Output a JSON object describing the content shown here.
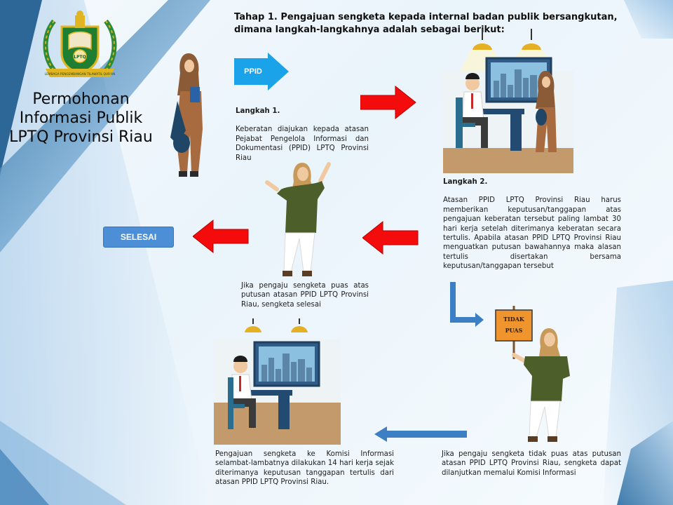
{
  "logo": {
    "caption": "LEMBAGA PENGEMBANGAN TILAWATIL QUR'AN",
    "shield_text": "LPTQ"
  },
  "title": "Permohonan Informasi Publik LPTQ Provinsi Riau",
  "heading": "Tahap 1. Pengajuan sengketa kepada internal badan publik bersangkutan, dimana langkah-langkahnya adalah sebagai berikut:",
  "ppid_arrow_label": "PPID",
  "step1": {
    "label": "Langkah 1.",
    "text": "Keberatan diajukan kepada atasan Pejabat Pengelola Informasi dan Dokumentasi (PPID) LPTQ Provinsi Riau"
  },
  "step2": {
    "label": "Langkah 2.",
    "text": "Atasan PPID LPTQ Provinsi Riau harus memberikan keputusan/tanggapan atas pengajuan keberatan tersebut paling lambat 30 hari kerja setelah diterimanya keberatan secara tertulis. Apabila atasan PPID LPTQ Provinsi Riau menguatkan putusan bawahannya maka alasan tertulis disertakan bersama keputusan/tanggapan tersebut"
  },
  "puas_text": "Jika pengaju sengketa puas atas putusan atasan PPID LPTQ Provinsi Riau, sengketa selesai",
  "selesai_label": "SELESAI",
  "tidak_puas_sign": [
    "TIDAK",
    "PUAS"
  ],
  "tidak_puas_text": "Jika pengaju sengketa tidak puas atas putusan atasan PPID LPTQ Provinsi Riau, sengketa dapat dilanjutkan memalui Komisi Informasi",
  "komisi_text": "Pengajuan sengketa ke Komisi Informasi selambat-lambatnya dilakukan 14 hari kerja sejak diterimanya keputusan tanggapan tertulis dari atasan PPID LPTQ Provinsi Riau.",
  "colors": {
    "red_arrow": "#f40b0b",
    "blue_arrow": "#3c7fc4",
    "ppid_arrow": "#1aa3e8",
    "selesai_button": "#4d8fd6",
    "tunic_green": "#4c5e2a",
    "hijab_tan": "#c89a5a",
    "brown_robe": "#8b5a36"
  }
}
